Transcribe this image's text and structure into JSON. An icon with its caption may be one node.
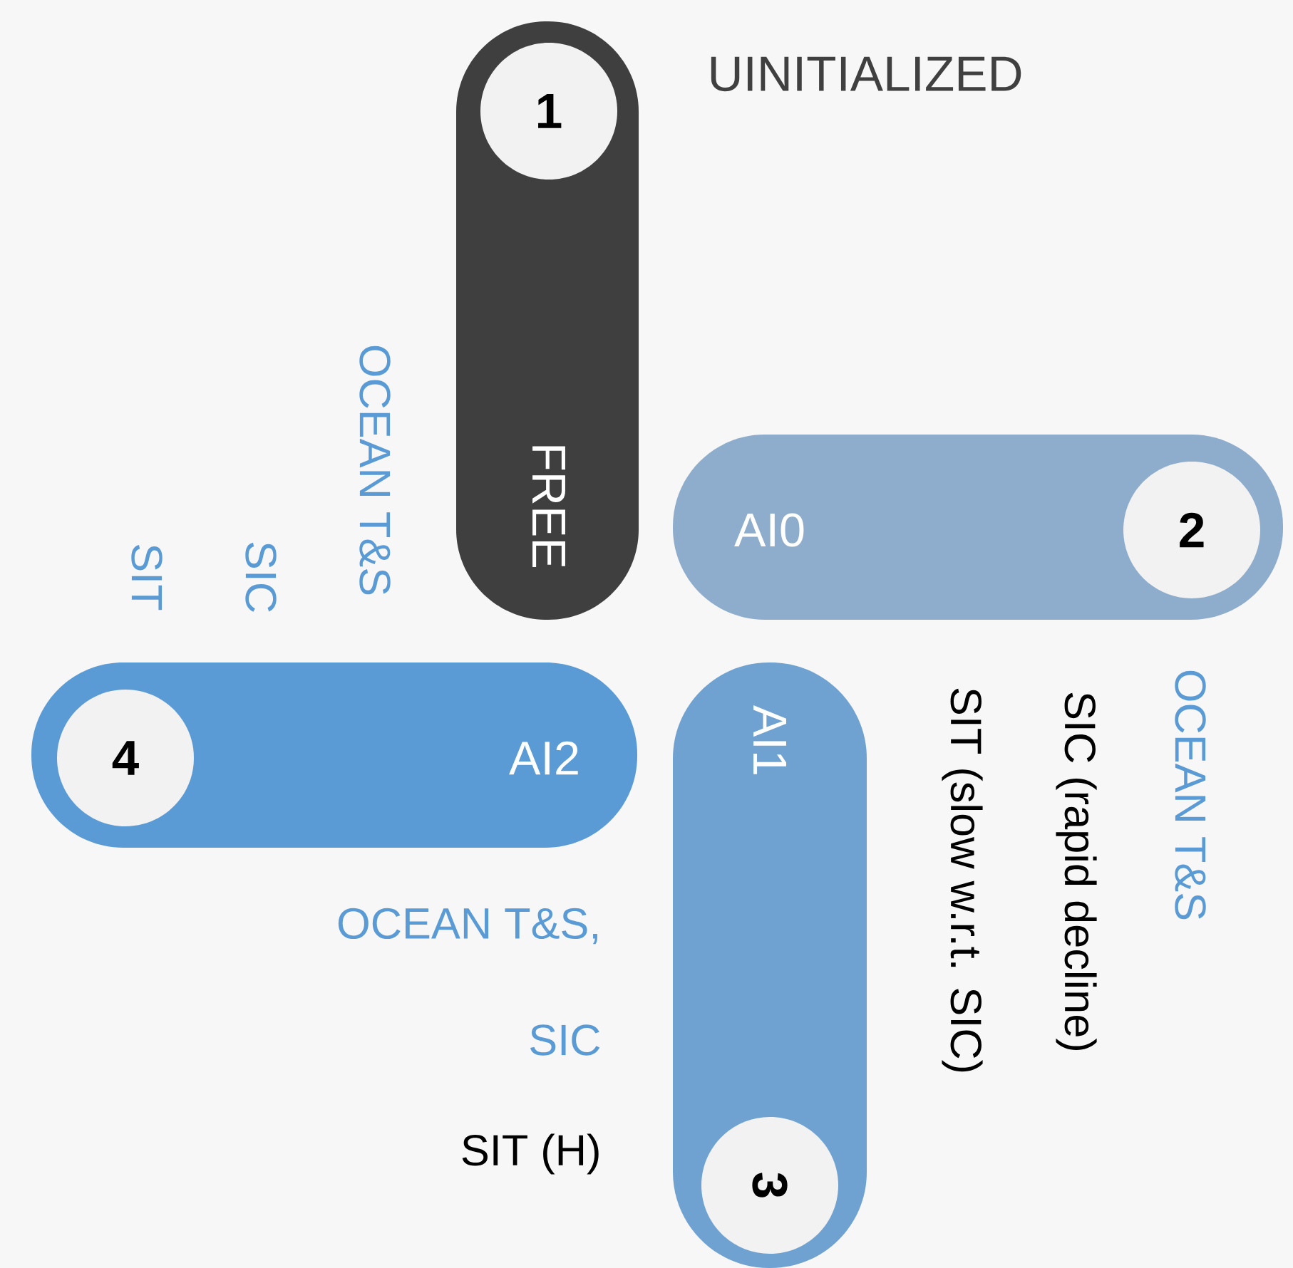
{
  "diagram": {
    "nodes": [
      {
        "text": [
          "FREE"
        ],
        "beside": [
          "UINITIALIZED"
        ]
      },
      {
        "text": [
          "1"
        ],
        "in": 0
      },
      {
        "text": [
          "AI0"
        ]
      },
      {
        "text": [
          "2"
        ],
        "in": 2
      },
      {
        "text": [
          "AI1"
        ]
      },
      {
        "text": [
          "3"
        ],
        "in": 4
      },
      {
        "text": [
          "AI2"
        ]
      },
      {
        "text": [
          "4"
        ],
        "in": 6
      }
    ],
    "labels": [
      "OCEAN T&S",
      "SIC",
      "SIT",
      "SIT (slow w.r.t. SIC)",
      "SIC (rapid decline)",
      "OCEAN T&S",
      "OCEAN T&S,",
      "SIC",
      "SIT (H)"
    ]
  }
}
